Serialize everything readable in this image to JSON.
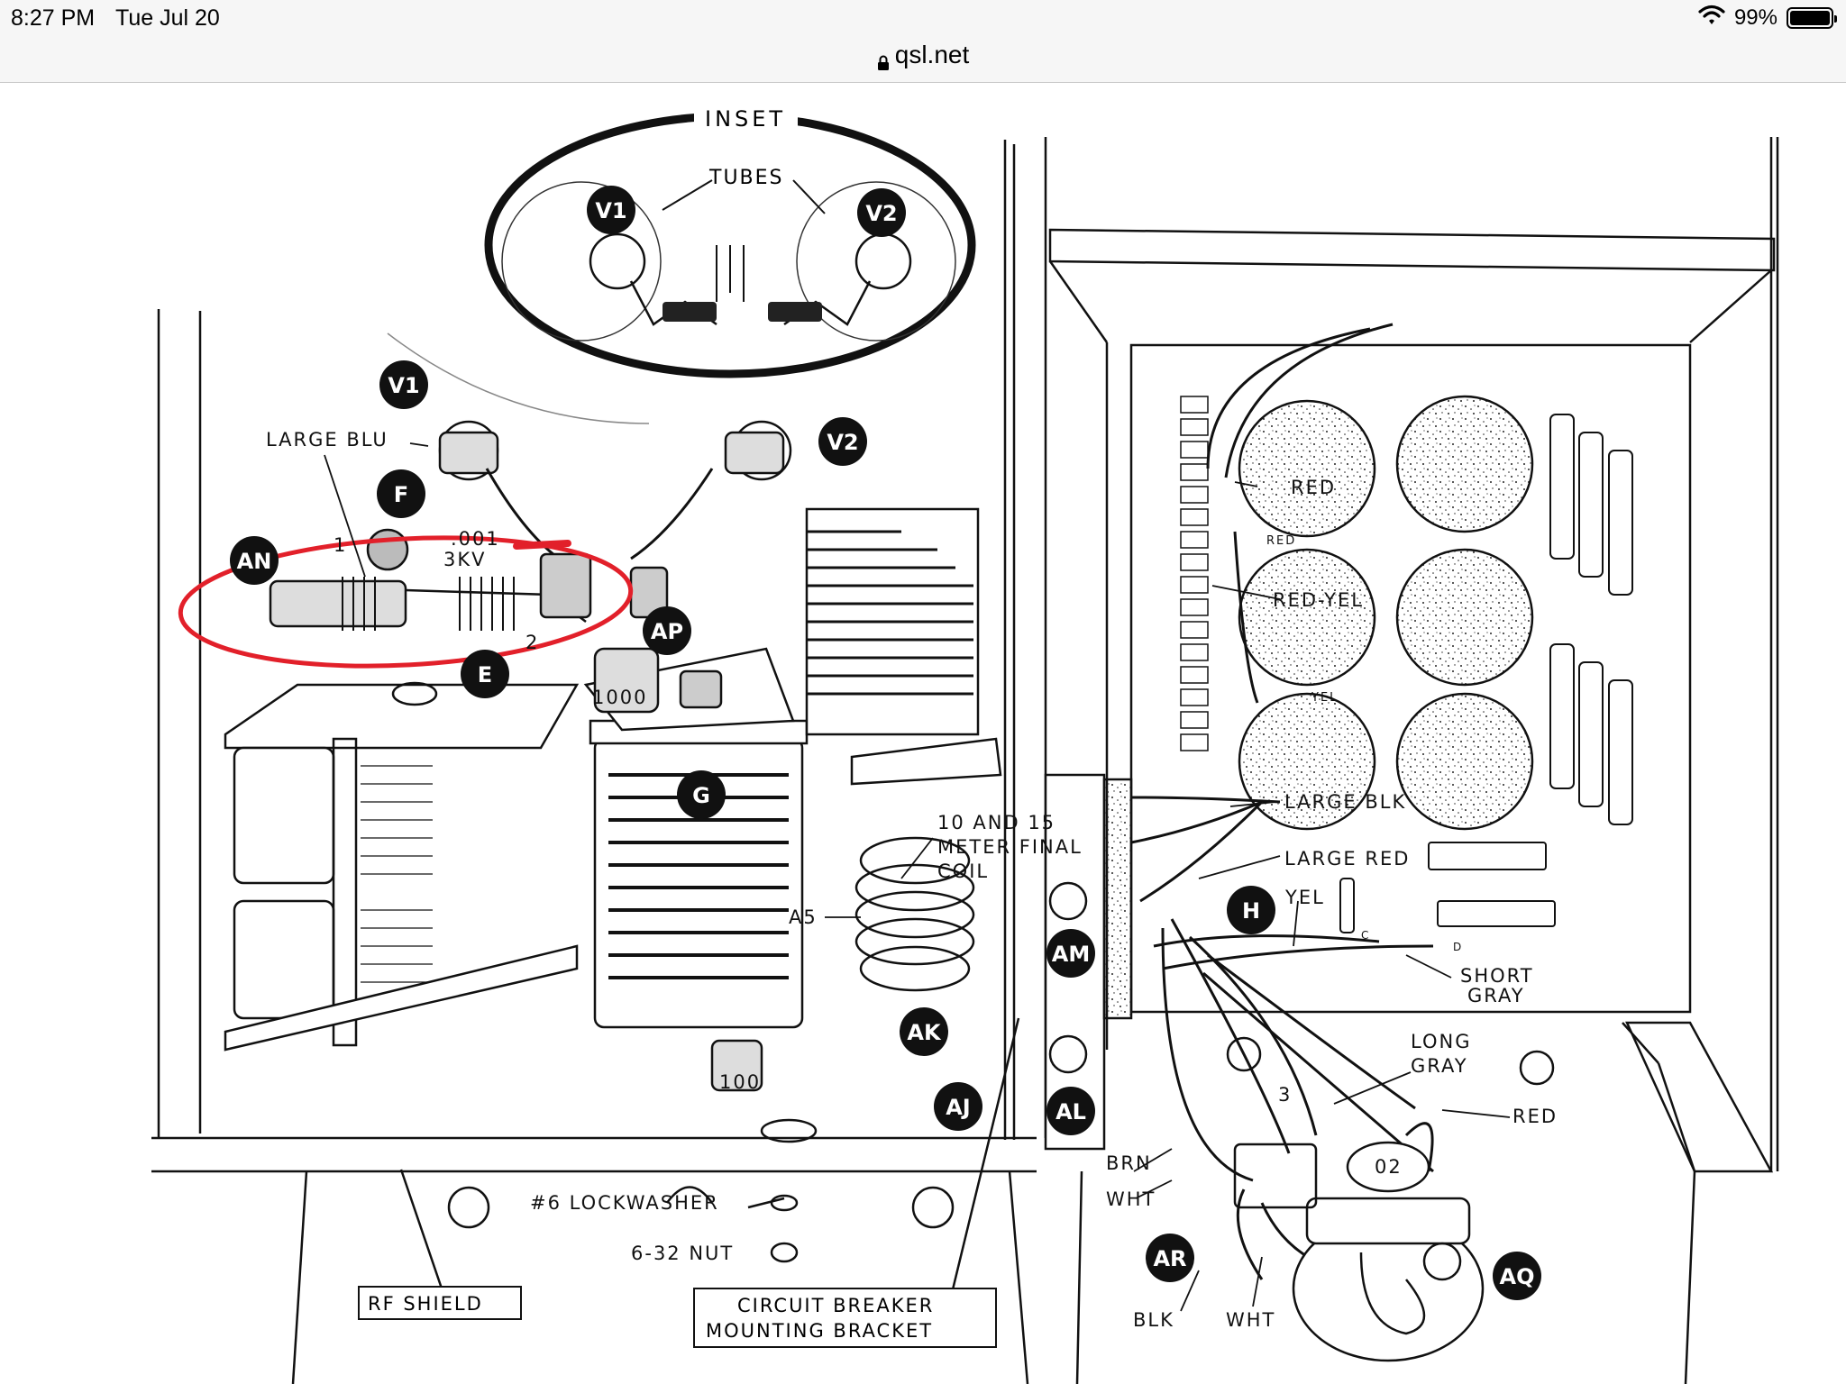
{
  "status_bar": {
    "time": "8:27 PM",
    "date": "Tue Jul 20",
    "battery_percent": "99%",
    "battery_level": 0.99,
    "wifi_icon": "wifi-icon",
    "battery_icon": "battery-icon"
  },
  "browser": {
    "url": "qsl.net",
    "lock_icon": "lock-icon"
  },
  "diagram": {
    "inset_label": "INSET",
    "tubes_label": "TUBES",
    "labels": {
      "large_blu": "LARGE BLU",
      "cap_001": ".001",
      "cap_3kv": "3KV",
      "pin_1": "1",
      "pin_2": "2",
      "res_1000": "1000",
      "res_100": "100",
      "coil_line1": "10 AND 15",
      "coil_line2": "METER FINAL",
      "coil_line3": "COIL",
      "a5": "A5",
      "red": "RED",
      "red_small": "RED",
      "red_yel": "RED-YEL",
      "yel_small": "YEL",
      "large_blk": "LARGE BLK",
      "large_red": "LARGE RED",
      "yel": "YEL",
      "c": "C",
      "d": "D",
      "short": "SHORT",
      "gray": "GRAY",
      "long": "LONG",
      "long_gray": "GRAY",
      "red_right": "RED",
      "brn": "BRN",
      "wht": "WHT",
      "blk": "BLK",
      "wht2": "WHT",
      "n02": "02",
      "n3": "3",
      "lockwasher": "#6  LOCKWASHER",
      "nut": "6-32  NUT",
      "rf_shield": "RF   SHIELD",
      "cb_line1": "CIRCUIT   BREAKER",
      "cb_line2": "MOUNTING    BRACKET"
    },
    "markers": {
      "v1_inset": "V1",
      "v2_inset": "V2",
      "v1": "V1",
      "v2": "V2",
      "f": "F",
      "an": "AN",
      "e": "E",
      "ap": "AP",
      "g": "G",
      "am": "AM",
      "ak": "AK",
      "aj": "AJ",
      "al": "AL",
      "h": "H",
      "ar": "AR",
      "aq": "AQ"
    },
    "highlight_color": "#e2202a"
  }
}
